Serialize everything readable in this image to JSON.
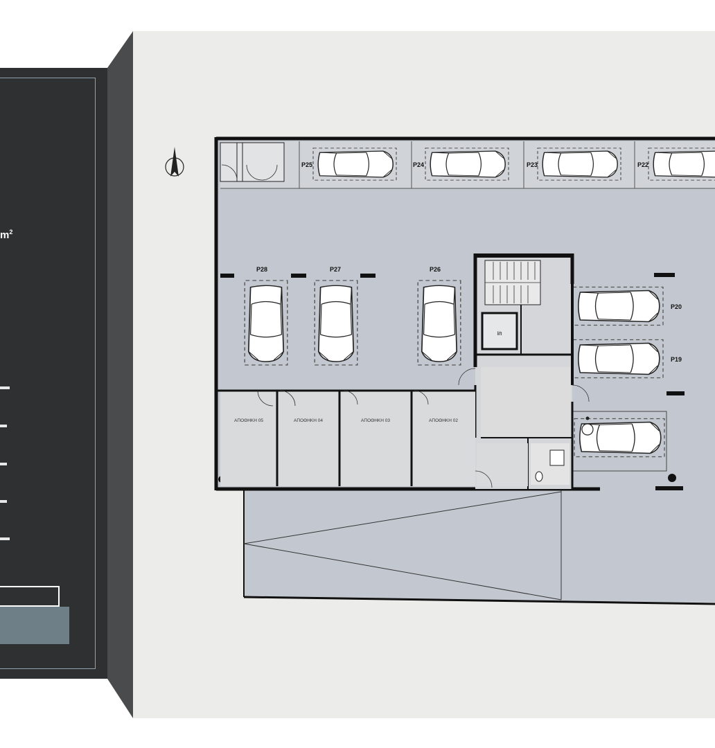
{
  "panel": {
    "unit": "m",
    "unit_sup": "2"
  },
  "parking_spots": [
    "P25",
    "P24",
    "P23",
    "P22",
    "P28",
    "P27",
    "P26",
    "P20",
    "P19"
  ],
  "storage_rooms": [
    "ΑΠΟΘΗΚΗ 05",
    "ΑΠΟΘΗΚΗ 04",
    "ΑΠΟΘΗΚΗ 03",
    "ΑΠΟΘΗΚΗ 02"
  ],
  "lift_label": "lift",
  "colors": {
    "panel": "#2f3032",
    "floor": "#c3c8d0",
    "wall": "#111111",
    "paper": "#ececeb",
    "room": "#d9dadc"
  }
}
